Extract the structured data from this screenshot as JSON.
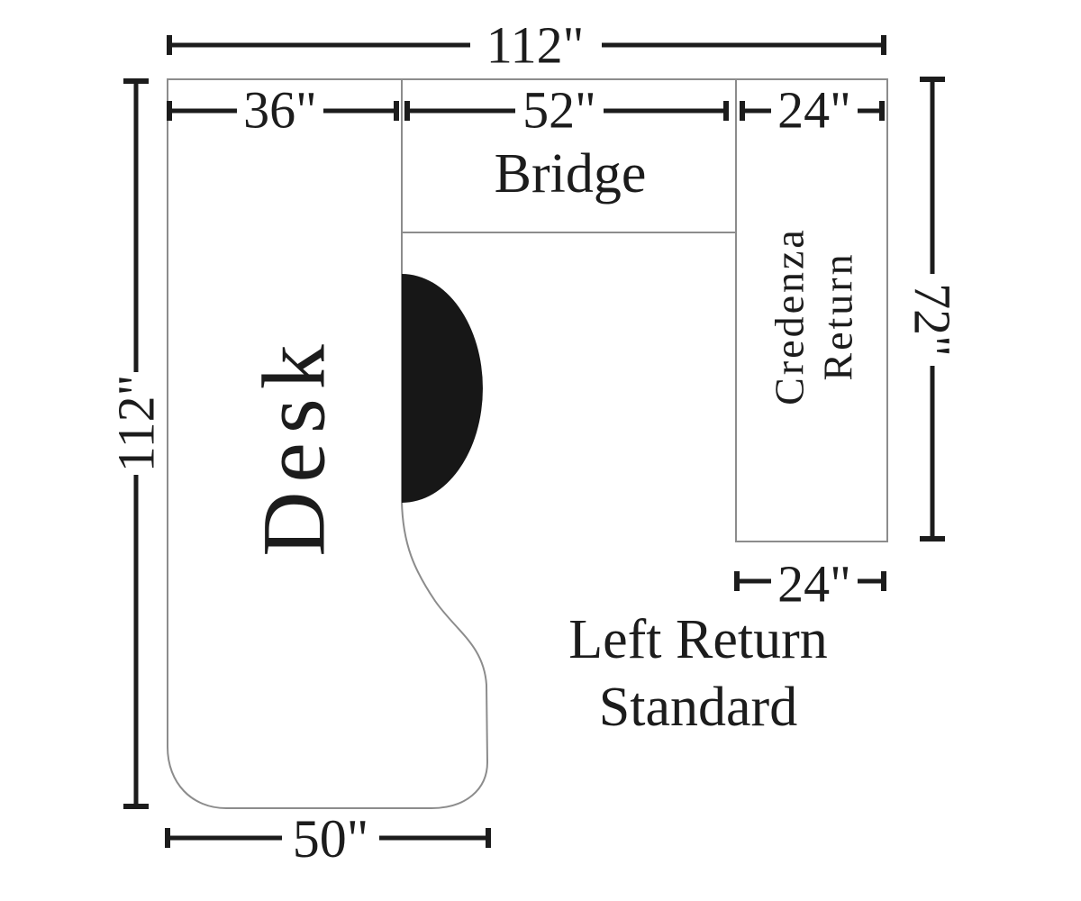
{
  "diagram": {
    "caption_line1": "Left Return",
    "caption_line2": "Standard",
    "desk_label": "Desk",
    "bridge_label": "Bridge",
    "credenza_label_line1": "Credenza",
    "credenza_label_line2": "Return",
    "dims": {
      "overall_width": "112\"",
      "overall_depth": "112\"",
      "desk_top_width": "36\"",
      "bridge_width": "52\"",
      "credenza_top_width": "24\"",
      "credenza_depth": "72\"",
      "credenza_bottom_width": "24\"",
      "desk_bottom_width": "50\""
    },
    "colors": {
      "line": "#1c1c1c",
      "outline": "#8c8c8c",
      "text": "#1c1c1c",
      "cutout": "#171717",
      "background": "#ffffff"
    }
  }
}
